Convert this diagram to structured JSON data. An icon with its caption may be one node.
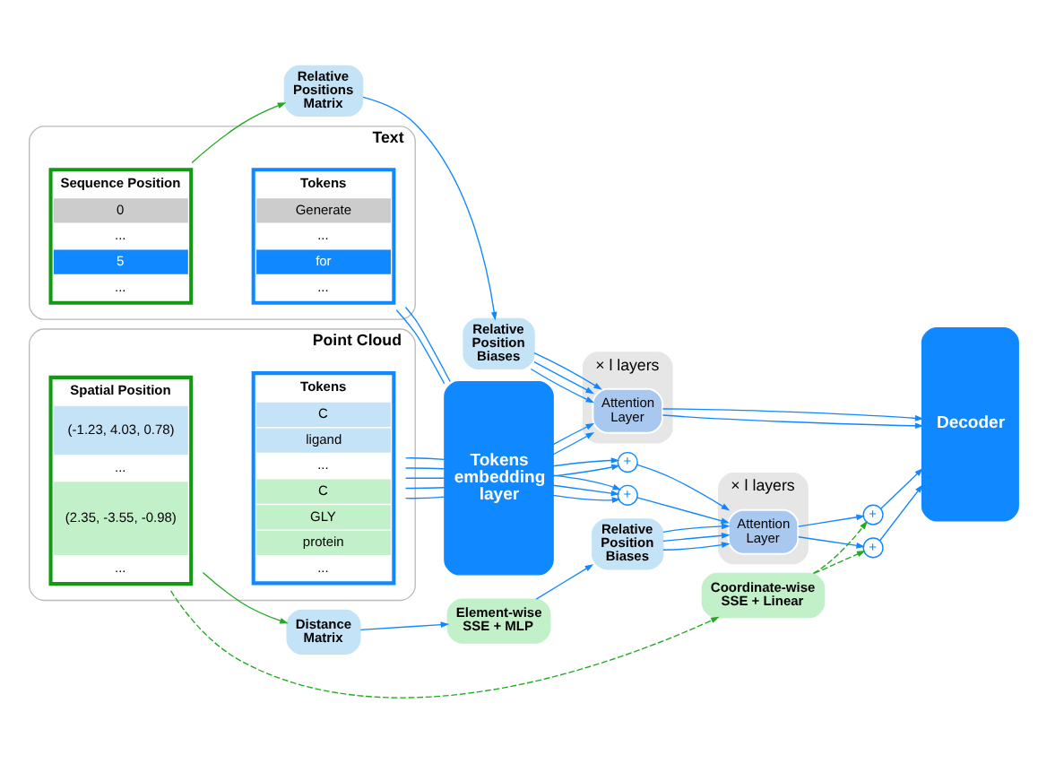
{
  "diagram": {
    "nodes": [
      {
        "text": [
          "Relative Positions Matrix"
        ]
      },
      {
        "text": [
          "Relative Position Biases"
        ]
      },
      {
        "text": [
          "Text"
        ]
      },
      {
        "text": [
          "Sequence Position",
          "0",
          "...",
          "5",
          "..."
        ],
        "in": 2
      },
      {
        "text": [
          "Tokens",
          "Generate",
          "...",
          "for",
          "..."
        ],
        "in": 2
      },
      {
        "text": [
          "Tokens embedding layer"
        ]
      },
      {
        "text": [
          "× l layers"
        ]
      },
      {
        "text": [
          "Attention Layer"
        ],
        "in": 6
      },
      {
        "text": [
          "Decoder"
        ]
      },
      {
        "text": [
          "Point Cloud"
        ]
      },
      {
        "text": [
          "Spatial Position",
          "(-1.23, 4.03, 0.78)",
          "...",
          "(2.35, -3.55, -0.98)",
          "..."
        ],
        "in": 9
      },
      {
        "text": [
          "Tokens",
          "C",
          "ligand",
          "...",
          "C",
          "GLY",
          "protein",
          "..."
        ],
        "in": 9
      },
      {
        "text": [
          "+"
        ]
      },
      {
        "text": [
          "+"
        ]
      },
      {
        "text": [
          "× l layers"
        ]
      },
      {
        "text": [
          "Attention Layer"
        ],
        "in": 14
      },
      {
        "text": [
          "+"
        ]
      },
      {
        "text": [
          "+"
        ]
      },
      {
        "text": [
          "Distance Matrix"
        ]
      },
      {
        "text": [
          "Element-wise SSE + MLP"
        ]
      },
      {
        "text": [
          "Relative Position Biases"
        ]
      },
      {
        "text": [
          "Coordinate-wise SSE + Linear"
        ]
      }
    ],
    "edges": [
      {
        "from": 3,
        "to": 0,
        "arrow": "to",
        "color": "#22aa22"
      },
      {
        "from": 0,
        "to": 1,
        "arrow": "to"
      },
      {
        "from": 1,
        "to": 7,
        "arrow": "to"
      },
      {
        "from": 1,
        "to": 7,
        "arrow": "to"
      },
      {
        "from": 1,
        "to": 7,
        "arrow": "to"
      },
      {
        "from": 4,
        "to": 5,
        "arrow": "none"
      },
      {
        "from": 4,
        "to": 5,
        "arrow": "none"
      },
      {
        "from": 5,
        "to": 7,
        "arrow": "to"
      },
      {
        "from": 5,
        "to": 7,
        "arrow": "to"
      },
      {
        "from": 7,
        "to": 8,
        "arrow": "to"
      },
      {
        "from": 7,
        "to": 8,
        "arrow": "to"
      },
      {
        "from": 11,
        "to": 5,
        "arrow": "none"
      },
      {
        "from": 11,
        "to": 5,
        "arrow": "none"
      },
      {
        "from": 11,
        "to": 5,
        "arrow": "none"
      },
      {
        "from": 11,
        "to": 5,
        "arrow": "none"
      },
      {
        "from": 11,
        "to": 5,
        "arrow": "none"
      },
      {
        "from": 5,
        "to": 12,
        "arrow": "to"
      },
      {
        "from": 5,
        "to": 12,
        "arrow": "to"
      },
      {
        "from": 5,
        "to": 13,
        "arrow": "to"
      },
      {
        "from": 5,
        "to": 13,
        "arrow": "to"
      },
      {
        "from": 5,
        "to": 13,
        "arrow": "to"
      },
      {
        "from": 12,
        "to": 15,
        "arrow": "to"
      },
      {
        "from": 13,
        "to": 15,
        "arrow": "to"
      },
      {
        "from": 15,
        "to": 16,
        "arrow": "to"
      },
      {
        "from": 15,
        "to": 17,
        "arrow": "to"
      },
      {
        "from": 16,
        "to": 8,
        "arrow": "to"
      },
      {
        "from": 17,
        "to": 8,
        "arrow": "to"
      },
      {
        "from": 10,
        "to": 18,
        "arrow": "to",
        "color": "#22aa22"
      },
      {
        "from": 18,
        "to": 19,
        "arrow": "to"
      },
      {
        "from": 19,
        "to": 20,
        "arrow": "to"
      },
      {
        "from": 20,
        "to": 15,
        "arrow": "to"
      },
      {
        "from": 20,
        "to": 15,
        "arrow": "to"
      },
      {
        "from": 20,
        "to": 15,
        "arrow": "to"
      },
      {
        "from": 10,
        "to": 21,
        "arrow": "to",
        "style": "dashed",
        "color": "#22aa22"
      },
      {
        "from": 21,
        "to": 16,
        "arrow": "to",
        "style": "dashed",
        "color": "#22aa22"
      },
      {
        "from": 21,
        "to": 17,
        "arrow": "to",
        "style": "dashed",
        "color": "#22aa22"
      }
    ]
  }
}
